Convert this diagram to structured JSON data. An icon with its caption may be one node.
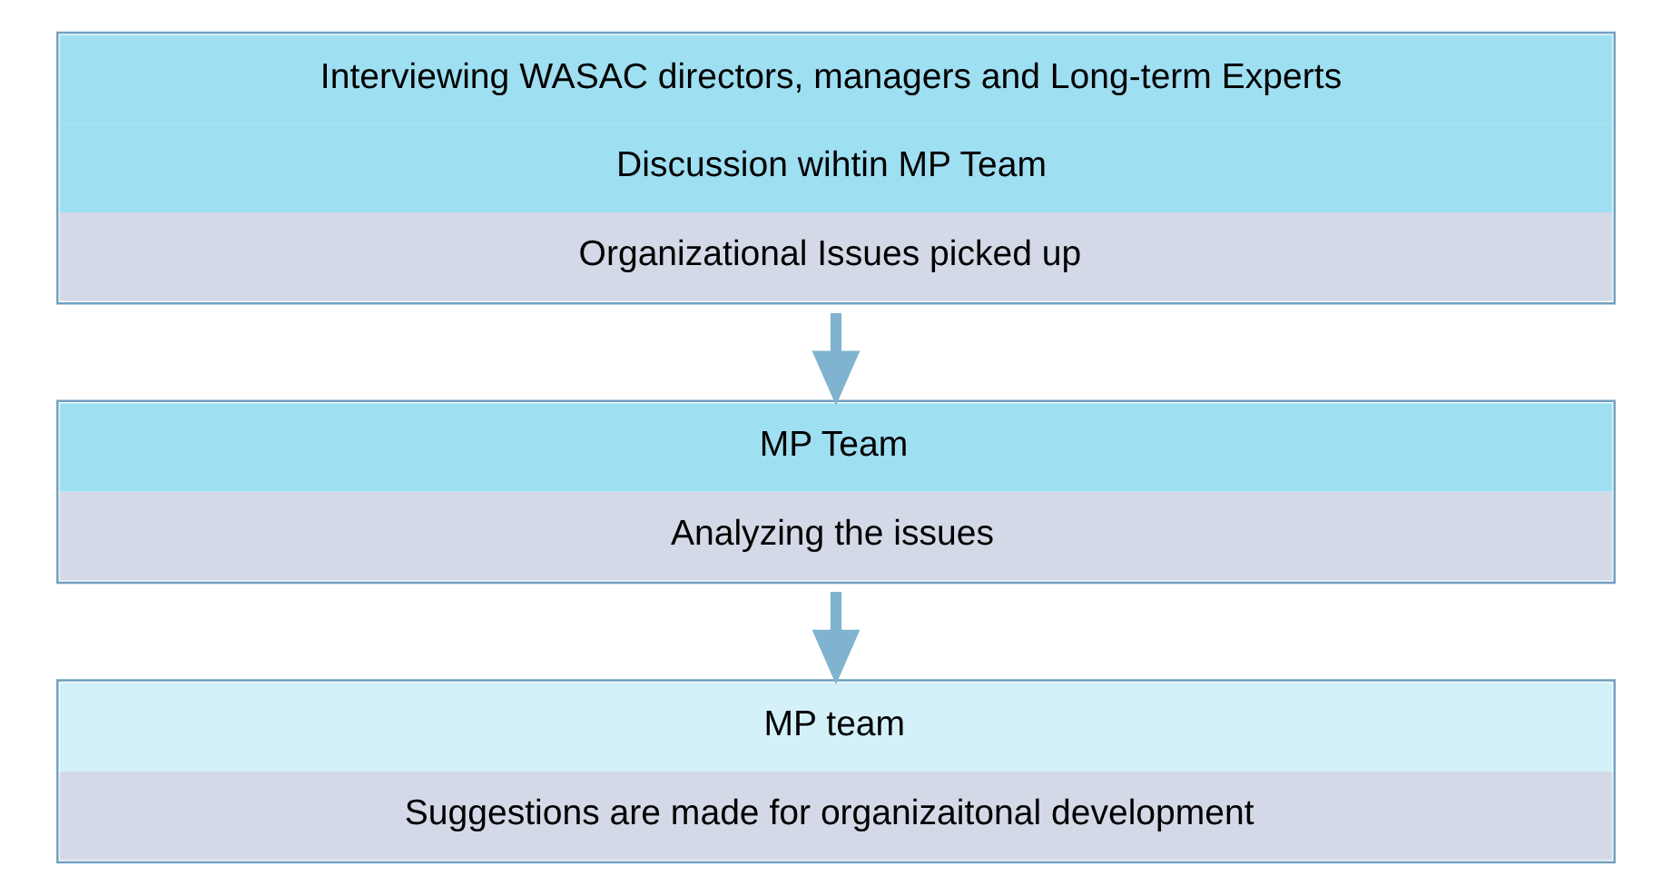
{
  "diagram": {
    "nodes": [
      {
        "text": [
          "Interviewing WASAC directors, managers and Long-term Experts",
          "Discussion wihtin MP Team",
          "Organizational Issues picked up"
        ]
      },
      {
        "text": [
          "MP Team",
          "Analyzing the issues"
        ]
      },
      {
        "text": [
          "MP team",
          "Suggestions are made for organizaitonal development"
        ]
      }
    ],
    "edges": [
      {
        "from": 0,
        "to": 1,
        "arrow": "to"
      },
      {
        "from": 1,
        "to": 2,
        "arrow": "to"
      }
    ]
  }
}
